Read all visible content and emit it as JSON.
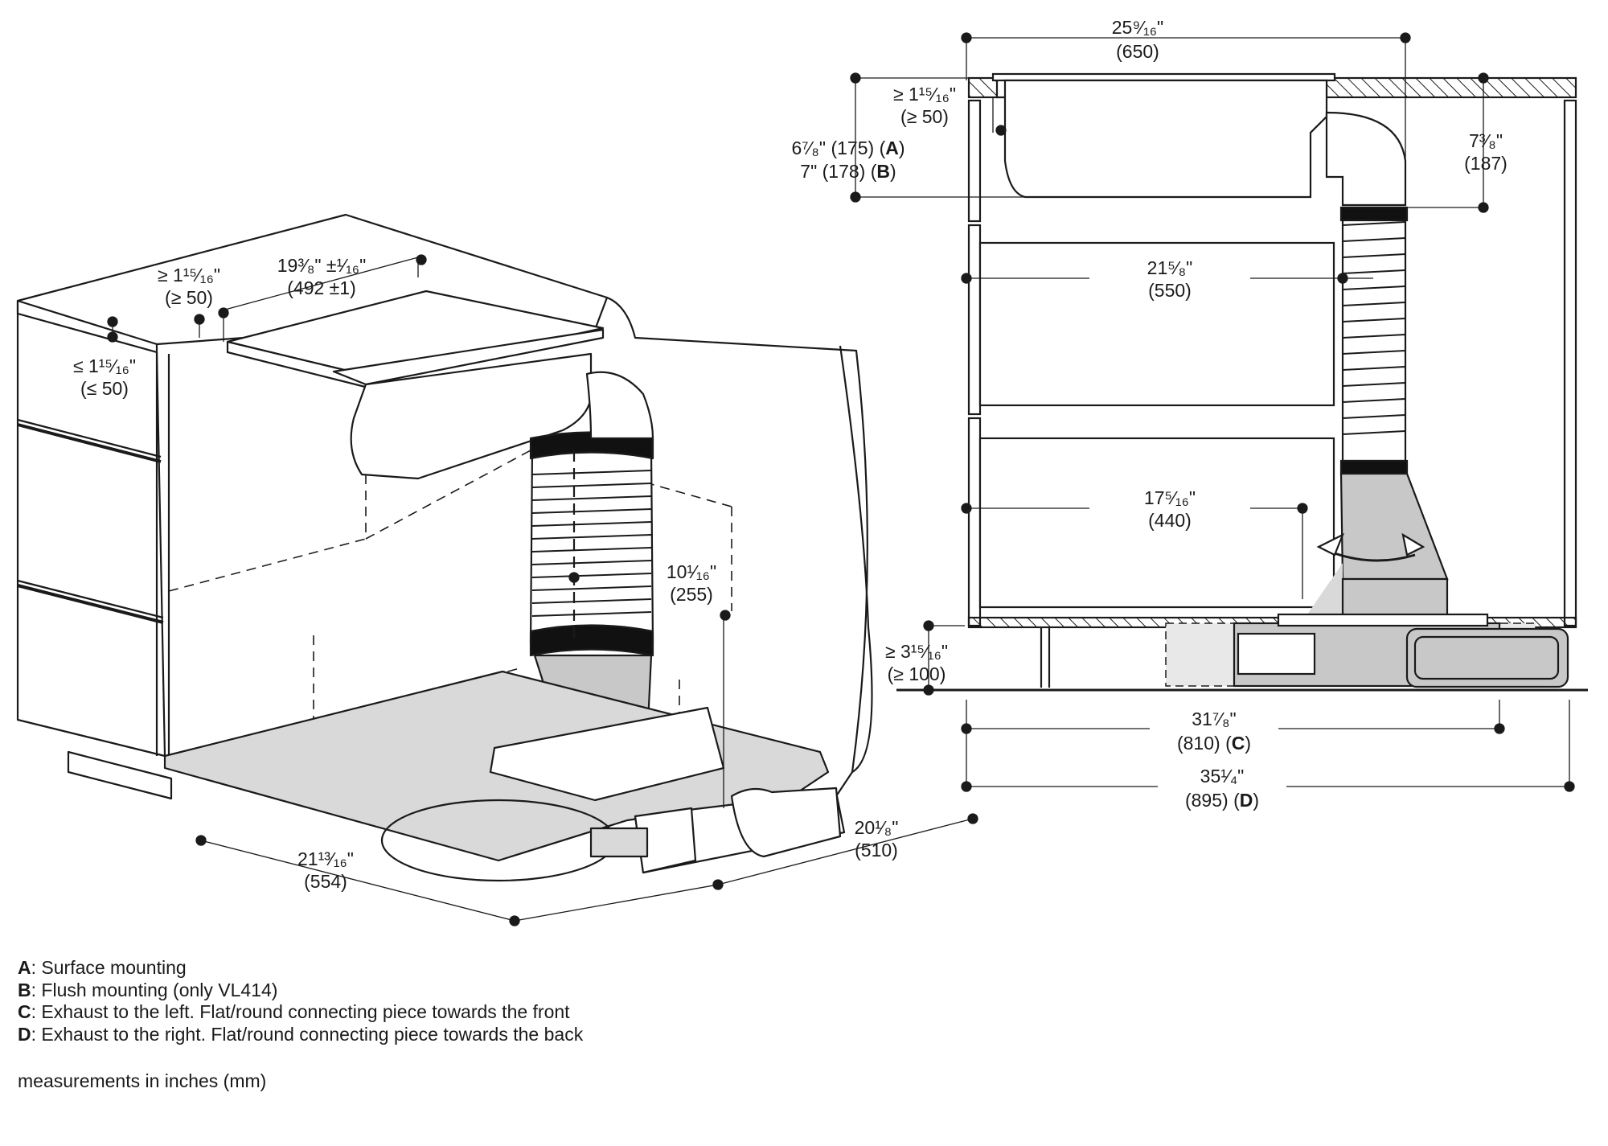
{
  "dimensions_3d": {
    "front_clearance": {
      "value": "≥ 1¹⁵⁄₁₆\"",
      "mm": "(≥ 50)"
    },
    "cutout_depth": {
      "value": "19³⁄₈\" ±¹⁄₁₆\"",
      "mm": "(492 ±1)"
    },
    "front_step": {
      "value": "≤ 1¹⁵⁄₁₆\"",
      "mm": "(≤ 50)"
    },
    "duct_height": {
      "value": "10¹⁄₁₆\"",
      "mm": "(255)"
    },
    "base_width": {
      "value": "21¹³⁄₁₆\"",
      "mm": "(554)"
    },
    "base_depth": {
      "value": "20¹⁄₈\"",
      "mm": "(510)"
    }
  },
  "dimensions_side": {
    "top_width": {
      "value": "25⁹⁄₁₆\"",
      "mm": "(650)"
    },
    "front_clearance": {
      "value": "≥ 1¹⁵⁄₁₆\"",
      "mm": "(≥ 50)"
    },
    "unit_depth_a": {
      "value": "6⁷⁄₈\" (175)",
      "letter": "A"
    },
    "unit_depth_b": {
      "value": "7\" (178)",
      "letter": "B"
    },
    "top_to_duct": {
      "value": "7³⁄₈\"",
      "mm": "(187)"
    },
    "upper_drawer": {
      "value": "21⁵⁄₈\"",
      "mm": "(550)"
    },
    "lower_drawer": {
      "value": "17⁵⁄₁₆\"",
      "mm": "(440)"
    },
    "plinth_height": {
      "value": "≥ 3¹⁵⁄₁₆\"",
      "mm": "(≥ 100)"
    },
    "depth_c": {
      "value": "31⁷⁄₈\"",
      "mm": "(810)",
      "letter": "C"
    },
    "depth_d": {
      "value": "35¹⁄₄\"",
      "mm": "(895)",
      "letter": "D"
    }
  },
  "legend": [
    {
      "key": "A",
      "text": ": Surface mounting"
    },
    {
      "key": "B",
      "text": ": Flush mounting (only VL414)"
    },
    {
      "key": "C",
      "text": ": Exhaust to the left. Flat/round connecting piece towards the front"
    },
    {
      "key": "D",
      "text": ": Exhaust to the right. Flat/round connecting piece towards the back"
    }
  ],
  "unit_note": "measurements in inches (mm)",
  "colors": {
    "line": "#1a1a1a",
    "duct_fill": "#c8c8c8",
    "base_fill": "#d9d9d9",
    "dark_band": "#111111"
  }
}
